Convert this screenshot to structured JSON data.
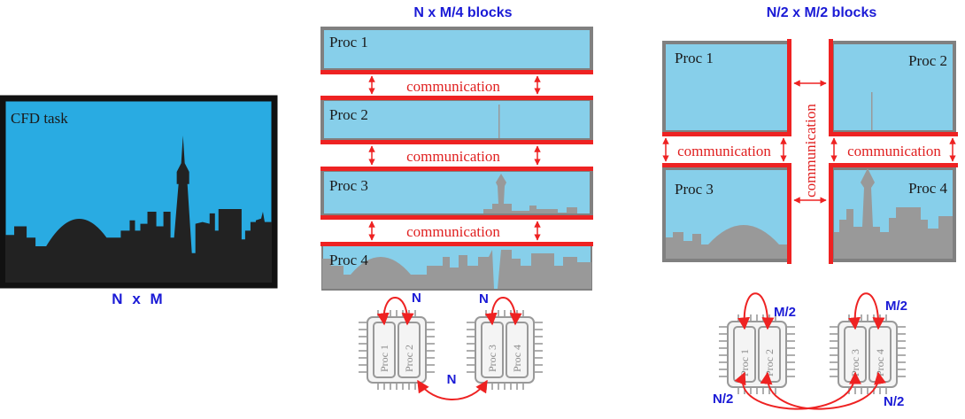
{
  "colors": {
    "sky": "#29abe2",
    "sky_light": "#87cfea",
    "city": "#222222",
    "city_gray": "#999999",
    "frame": "#808080",
    "comm": "#ee2222",
    "label_blue": "#1a1ad6"
  },
  "whole": {
    "task_label": "CFD task",
    "size_label": "N x M",
    "size_n": "N",
    "size_x": "x",
    "size_m": "M"
  },
  "left_decomp": {
    "title": "N x M/4 blocks",
    "procs": [
      "Proc 1",
      "Proc 2",
      "Proc 3",
      "Proc 4"
    ],
    "comm_label": "communication",
    "chips": [
      {
        "procs": [
          "Proc 1",
          "Proc 2"
        ],
        "edge_label": "N"
      },
      {
        "procs": [
          "Proc 3",
          "Proc 4"
        ],
        "edge_label": "N"
      }
    ],
    "between_label": "N"
  },
  "right_decomp": {
    "title": "N/2 x M/2 blocks",
    "procs": [
      "Proc 1",
      "Proc 2",
      "Proc 3",
      "Proc 4"
    ],
    "comm_label": "communication",
    "chips": [
      {
        "procs": [
          "Proc 1",
          "Proc 2"
        ],
        "edge_label": "M/2"
      },
      {
        "procs": [
          "Proc 3",
          "Proc 4"
        ],
        "edge_label": "M/2"
      }
    ],
    "between_left_label": "N/2",
    "between_right_label": "N/2"
  }
}
